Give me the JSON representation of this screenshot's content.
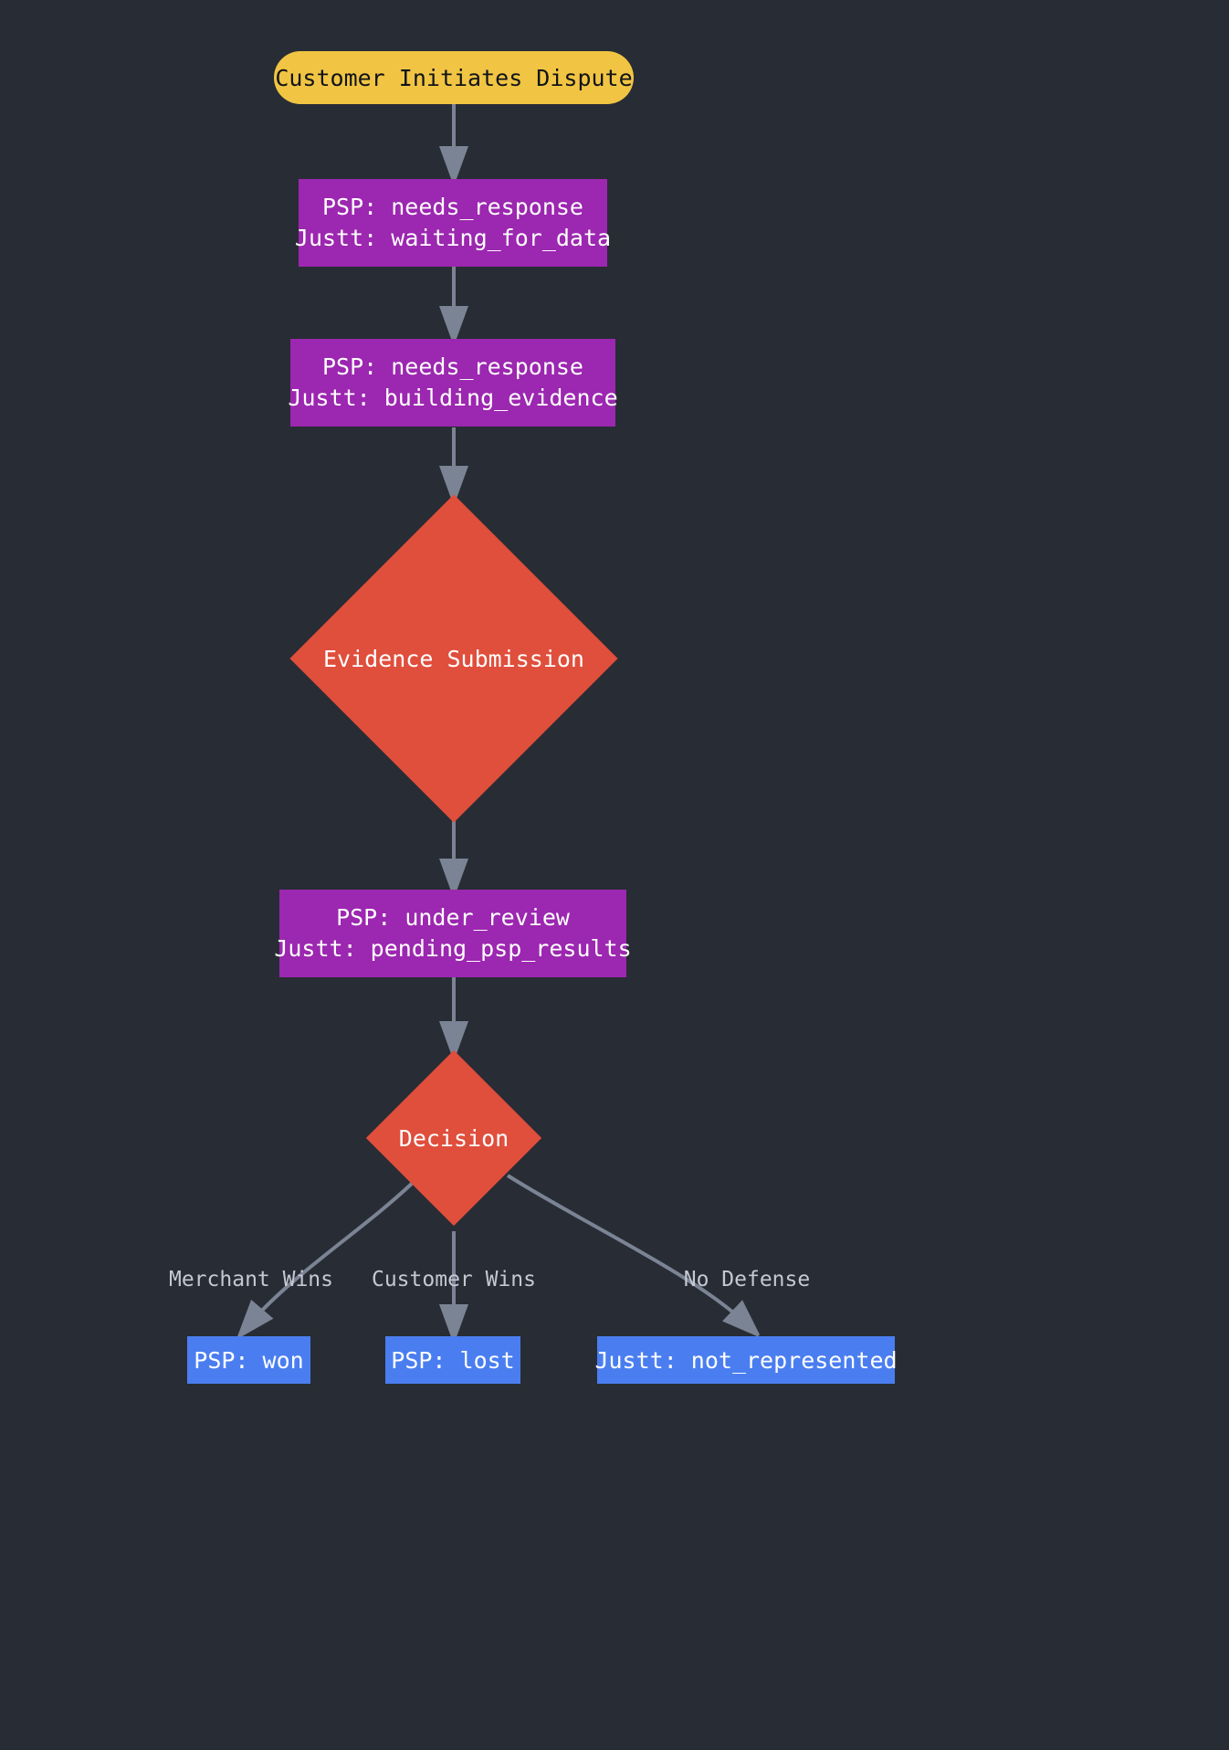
{
  "diagram": {
    "title": "Dispute Lifecycle Flowchart",
    "background_color": "#282c34",
    "colors": {
      "start": "#f1c543",
      "state": "#9c27b0",
      "decision": "#e04e3c",
      "terminal": "#4a7ef0",
      "edge": "#7b8494",
      "edge_label": "#c3c9d4"
    }
  },
  "nodes": {
    "start": {
      "label": "Customer Initiates Dispute"
    },
    "state_waiting": {
      "line1": "PSP: needs_response",
      "line2": "Justt: waiting_for_data"
    },
    "state_building": {
      "line1": "PSP: needs_response",
      "line2": "Justt: building_evidence"
    },
    "decision_evidence": {
      "label": "Evidence Submission"
    },
    "state_review": {
      "line1": "PSP: under_review",
      "line2": "Justt: pending_psp_results"
    },
    "decision_outcome": {
      "label": "Decision"
    },
    "terminal_won": {
      "label": "PSP: won"
    },
    "terminal_lost": {
      "label": "PSP: lost"
    },
    "terminal_not_represented": {
      "label": "Justt: not_represented"
    }
  },
  "edge_labels": {
    "merchant_wins": "Merchant Wins",
    "customer_wins": "Customer Wins",
    "no_defense": "No Defense"
  }
}
